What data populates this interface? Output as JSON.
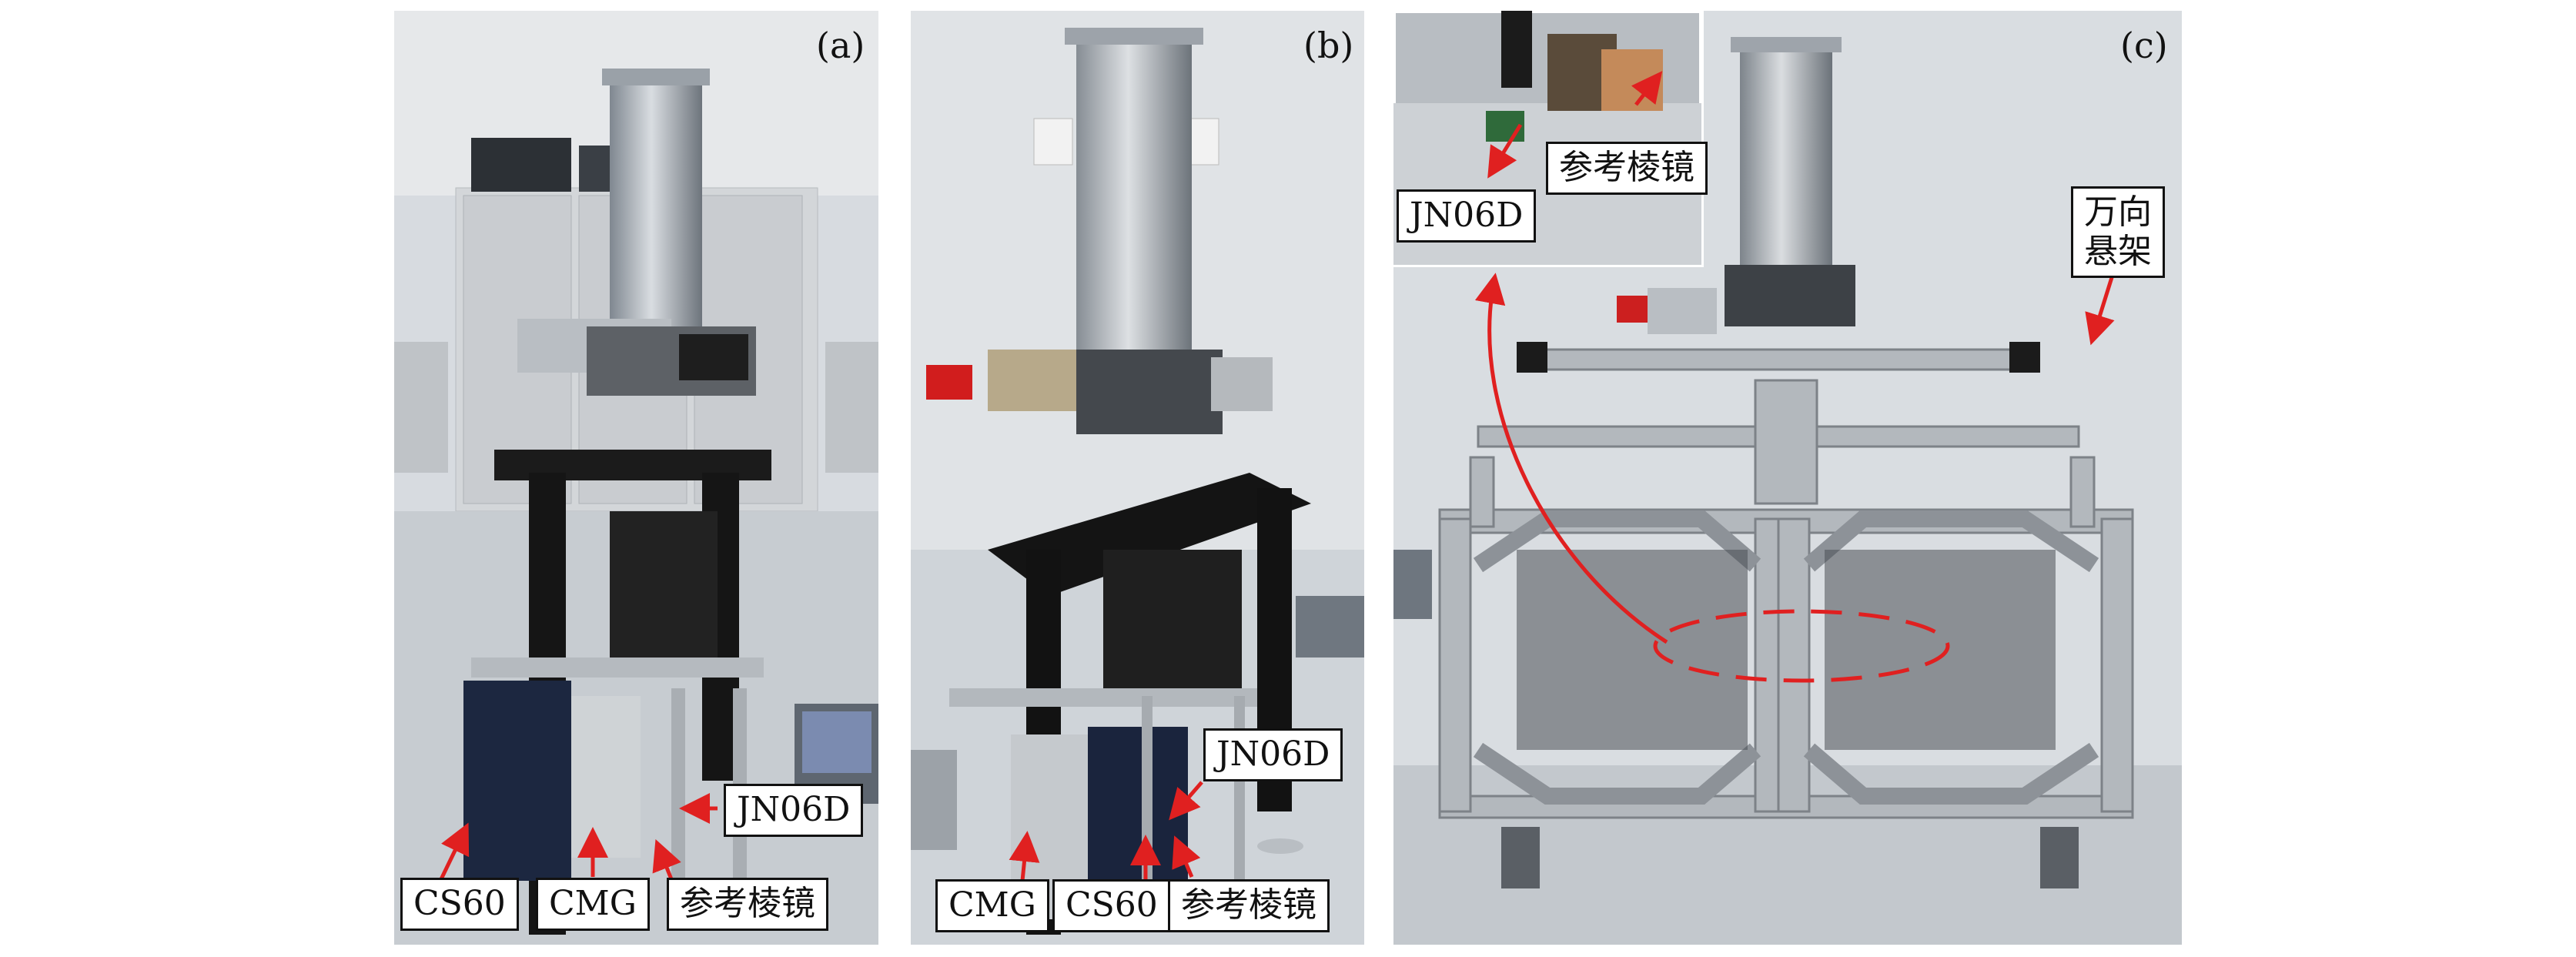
{
  "panels": [
    {
      "id": "a",
      "label": "(a)"
    },
    {
      "id": "b",
      "label": "(b)"
    },
    {
      "id": "c",
      "label": "(c)"
    }
  ],
  "annotations": {
    "a": {
      "jn06d": "JN06D",
      "cs60": "CS60",
      "cmg": "CMG",
      "prism": "参考棱镜"
    },
    "b": {
      "jn06d": "JN06D",
      "cmg": "CMG",
      "cs60": "CS60",
      "prism": "参考棱镜"
    },
    "c": {
      "jn06d": "JN06D",
      "prism": "参考棱镜",
      "gimbal_line1": "万向",
      "gimbal_line2": "悬架"
    }
  },
  "colors": {
    "arrow": "#e02020",
    "callout_border": "#111111"
  }
}
